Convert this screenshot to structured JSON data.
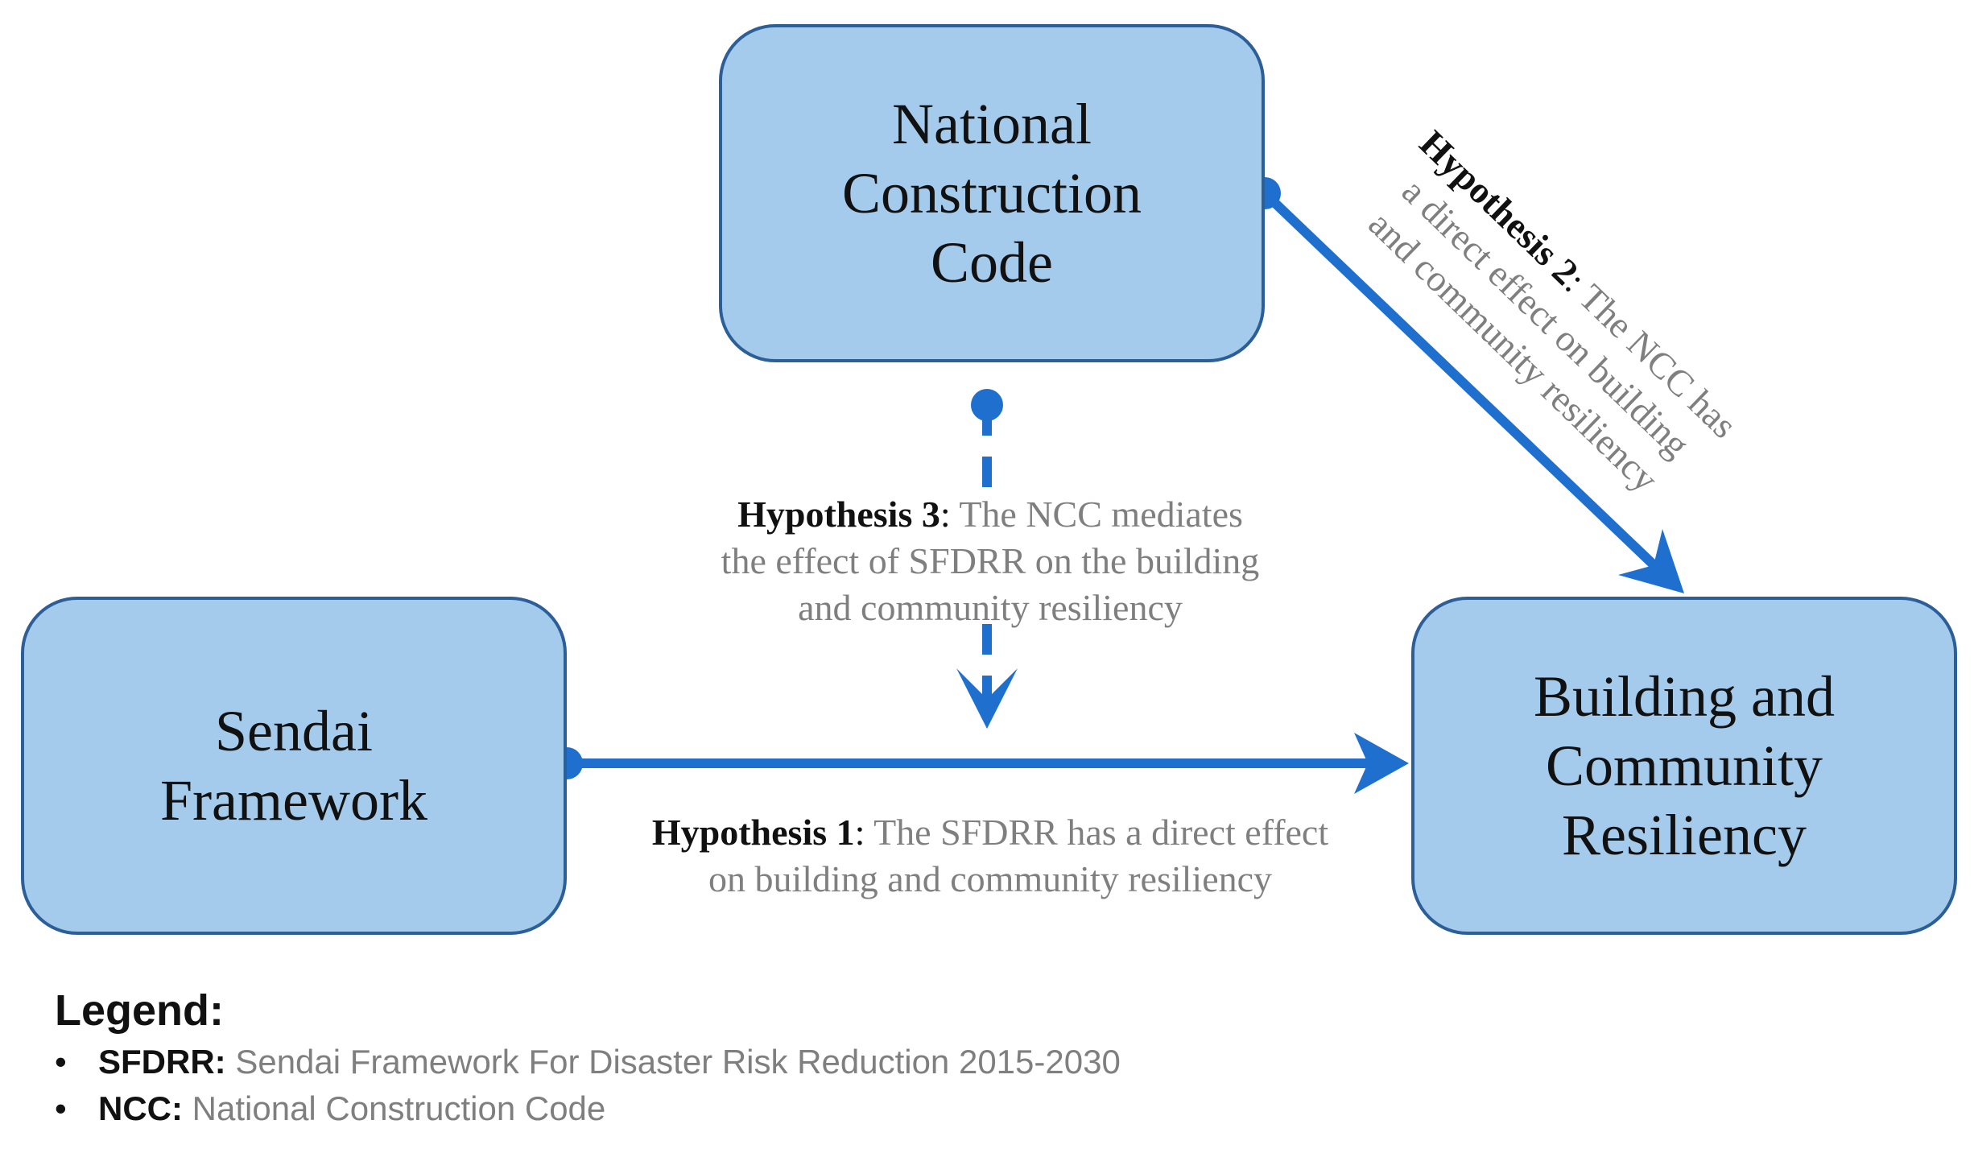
{
  "boxes": {
    "ncc": {
      "lines": [
        "National",
        "Construction",
        "Code"
      ]
    },
    "sendai": {
      "lines": [
        "Sendai",
        "Framework"
      ]
    },
    "resiliency": {
      "lines": [
        "Building and",
        "Community",
        "Resiliency"
      ]
    }
  },
  "hypotheses": {
    "h1": {
      "title": "Hypothesis 1",
      "text_line1": "The SFDRR has a direct effect",
      "text_line2": "on building and community resiliency"
    },
    "h2": {
      "title": "Hypothesis 2",
      "text_line1": "The NCC has",
      "text_line2": "a direct effect on building",
      "text_line3": "and community resiliency"
    },
    "h3": {
      "title": "Hypothesis 3",
      "text_line1": "The NCC mediates",
      "text_line2": "the effect of SFDRR on the building",
      "text_line3": "and community resiliency"
    }
  },
  "legend": {
    "title": "Legend:",
    "items": [
      {
        "abbr": "SFDRR",
        "desc": "Sendai Framework For Disaster Risk Reduction 2015-2030"
      },
      {
        "abbr": "NCC",
        "desc": "National Construction Code"
      }
    ]
  },
  "colors": {
    "box_fill": "#a4cbeb",
    "box_border": "#2c5f98",
    "arrow": "#1f6fcf",
    "muted_text": "#7f7f7f",
    "dark_text": "#111111"
  }
}
